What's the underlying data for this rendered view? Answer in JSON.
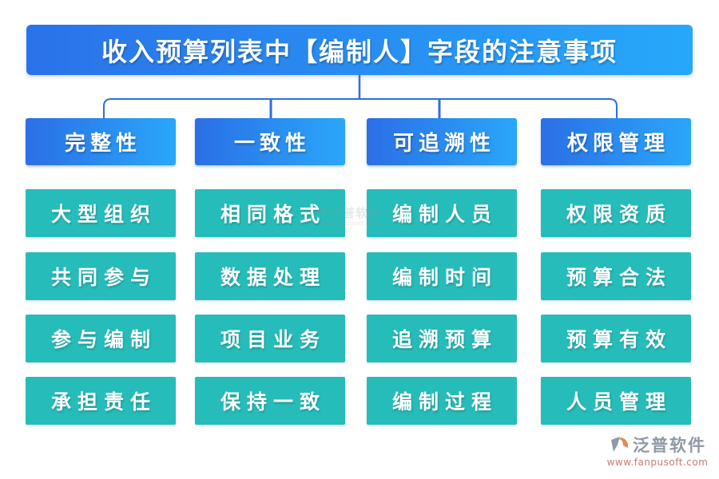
{
  "title": "收入预算列表中【编制人】字段的注意事项",
  "columns": [
    {
      "header": "完整性",
      "items": [
        "大型组织",
        "共同参与",
        "参与编制",
        "承担责任"
      ]
    },
    {
      "header": "一致性",
      "items": [
        "相同格式",
        "数据处理",
        "项目业务",
        "保持一致"
      ]
    },
    {
      "header": "可追溯性",
      "items": [
        "编制人员",
        "编制时间",
        "追溯预算",
        "编制过程"
      ]
    },
    {
      "header": "权限管理",
      "items": [
        "权限资质",
        "预算合法",
        "预算有效",
        "人员管理"
      ]
    }
  ],
  "branding": {
    "logo_text": "泛普软件",
    "website": "www.fanpusoft.com"
  },
  "colors": {
    "title_gradient_start": "#2a72e9",
    "title_gradient_end": "#27a8fa",
    "header_gradient_start": "#2b6fe6",
    "header_gradient_end": "#29a7f9",
    "item_teal": "#26bcba",
    "connector_blue": "#2e6fe0",
    "logo_gray": "#8e99a6",
    "url_red": "#c97b6e",
    "icon_orange": "#dd8a55"
  }
}
